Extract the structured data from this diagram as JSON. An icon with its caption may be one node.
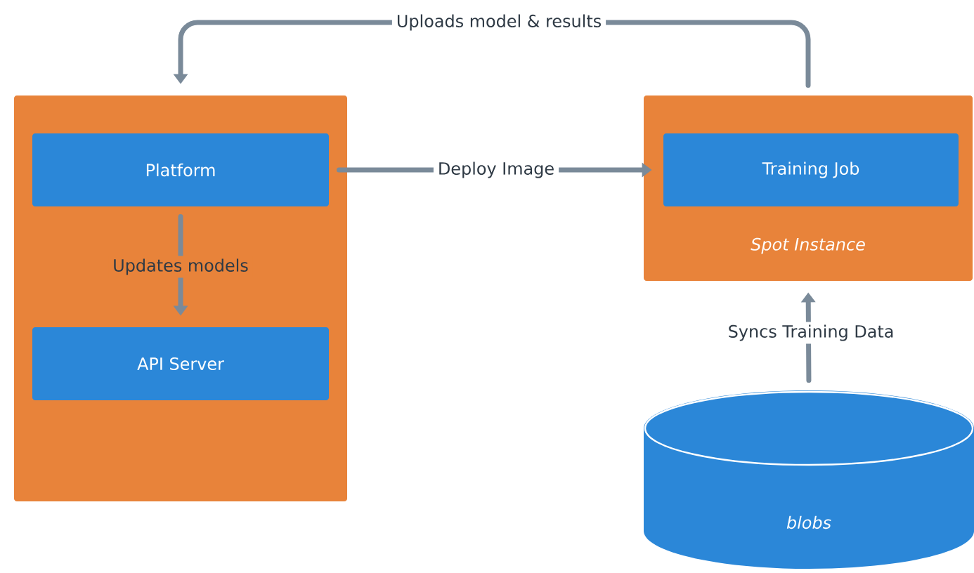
{
  "diagram": {
    "nodes": [
      {
        "text": [],
        "shape": "box"
      },
      {
        "text": [
          "Platform"
        ],
        "in": 0
      },
      {
        "text": [
          "API Server"
        ],
        "in": 0
      },
      {
        "text": [
          "Spot Instance"
        ]
      },
      {
        "text": [
          "Training Job"
        ],
        "in": 3
      },
      {
        "text": [
          "blobs"
        ]
      }
    ],
    "edges": [
      {
        "from": 1,
        "to": 2,
        "label": "Updates models",
        "arrow": "to"
      },
      {
        "from": 1,
        "to": 4,
        "label": "Deploy Image",
        "arrow": "to"
      },
      {
        "from": 3,
        "to": 0,
        "label": "Uploads model & results",
        "arrow": "to"
      },
      {
        "from": 5,
        "to": 3,
        "label": "Syncs Training Data",
        "arrow": "to"
      }
    ]
  }
}
